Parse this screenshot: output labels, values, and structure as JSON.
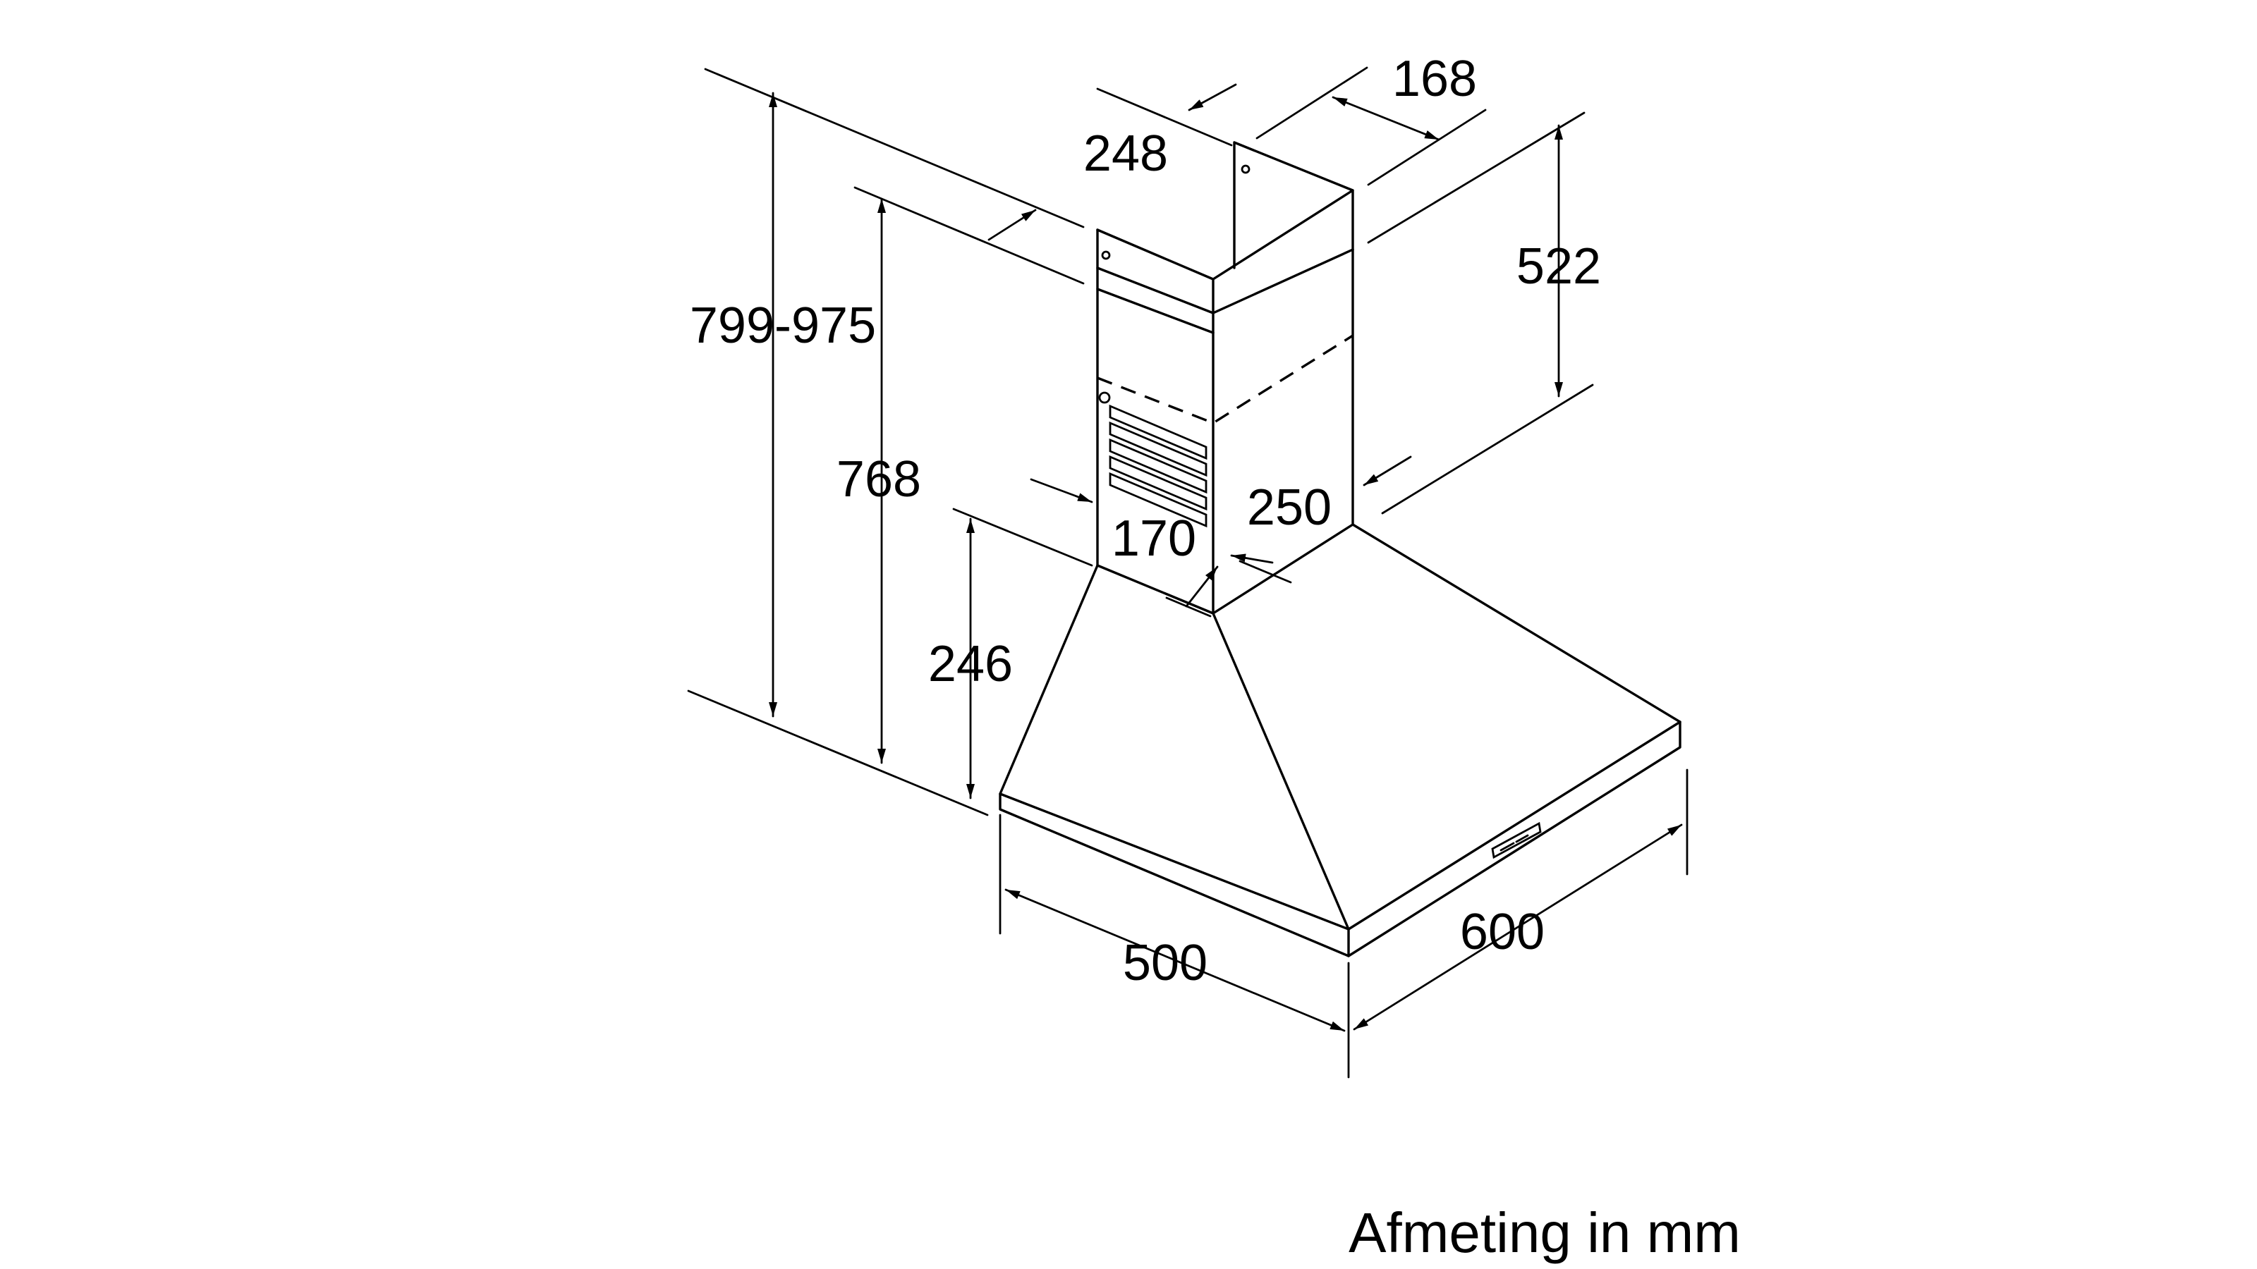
{
  "diagram": {
    "subject": "chimney cooker hood",
    "dimensions": {
      "total_height": "799-975",
      "body_height": "768",
      "canopy_height": "246",
      "chimney_upper_height": "522",
      "chimney_front_width": "248",
      "chimney_side_depth": "168",
      "inner_chimney_width": "170",
      "inner_chimney_depth": "250",
      "canopy_depth": "500",
      "canopy_width": "600"
    },
    "unit_note": "Afmeting in mm",
    "colors": {
      "line": "#000000",
      "background": "#ffffff"
    }
  }
}
